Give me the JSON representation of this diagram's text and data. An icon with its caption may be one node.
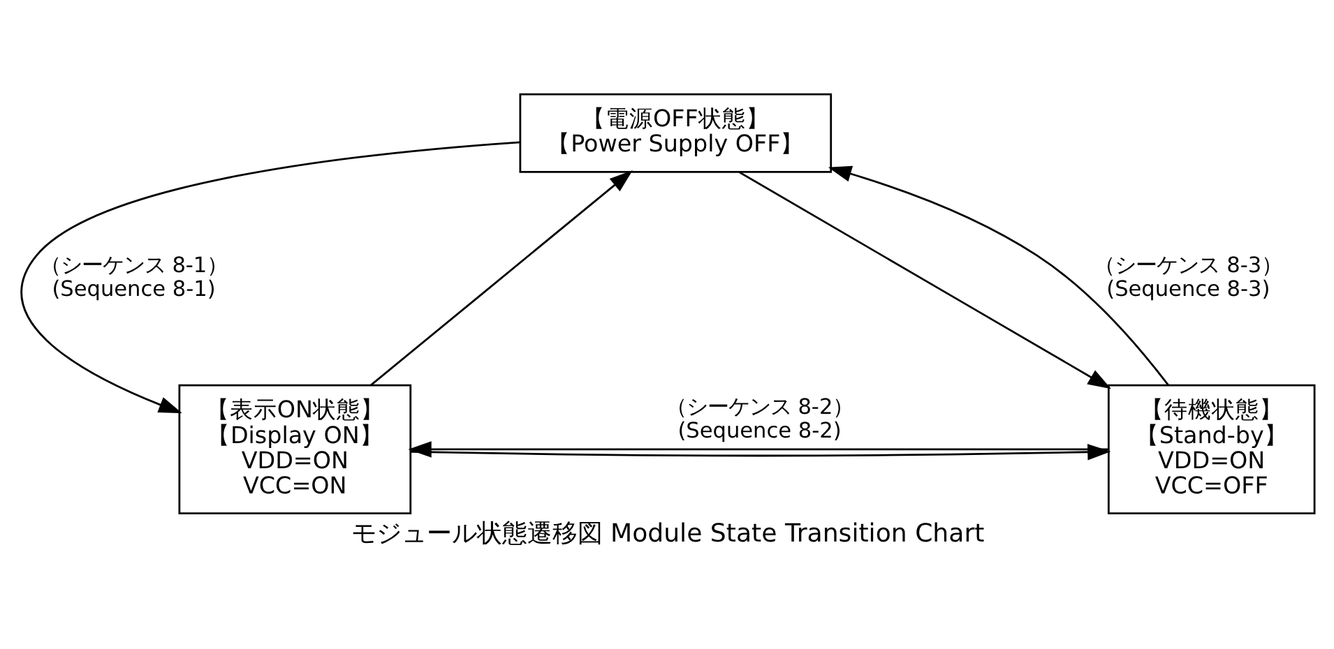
{
  "diagram": {
    "caption": "モジュール状態遷移図 Module State Transition Chart",
    "nodes": [
      {
        "text": [
          "【電源OFF状態】",
          "【Power Supply OFF】"
        ]
      },
      {
        "text": [
          "【表示ON状態】",
          "【Display ON】",
          "VDD=ON",
          "VCC=ON"
        ]
      },
      {
        "text": [
          "【待機状態】",
          "【Stand-by】",
          "VDD=ON",
          "VCC=OFF"
        ]
      }
    ],
    "edges": [
      {
        "from": 0,
        "to": 1,
        "arrow": "to",
        "label": "（シーケンス 8-1） (Sequence 8-1)"
      },
      {
        "from": 1,
        "to": 0,
        "arrow": "to"
      },
      {
        "from": 2,
        "to": 1,
        "arrow": "to",
        "label": "（シーケンス 8-2） (Sequence 8-2)"
      },
      {
        "from": 1,
        "to": 2,
        "arrow": "to"
      },
      {
        "from": 2,
        "to": 0,
        "arrow": "to",
        "label": "（シーケンス 8-3） (Sequence 8-3)"
      },
      {
        "from": 0,
        "to": 2,
        "arrow": "to"
      }
    ]
  }
}
